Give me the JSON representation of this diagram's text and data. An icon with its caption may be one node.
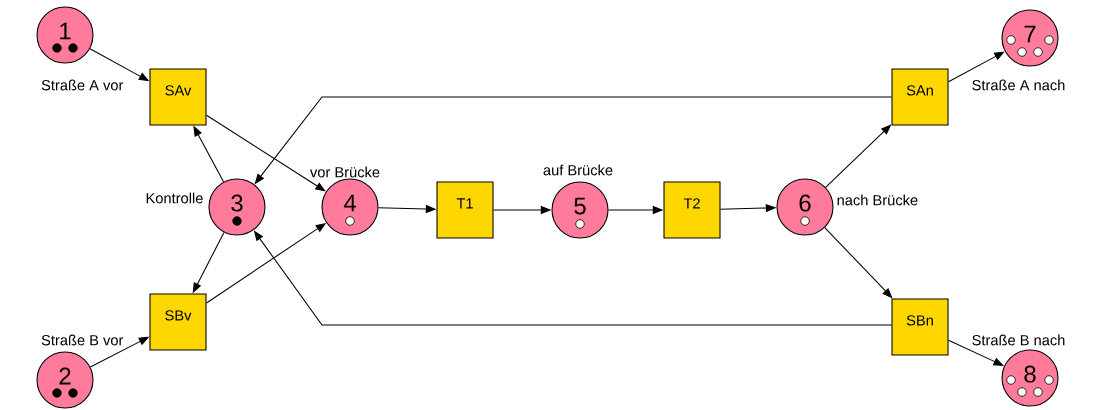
{
  "diagram": {
    "nodes": [
      {
        "text": [
          "1"
        ],
        "beside": [
          "Straße A vor"
        ]
      },
      {
        "text": [
          "7"
        ],
        "beside": [
          "Straße A nach"
        ]
      },
      {
        "text": [
          "SAv"
        ]
      },
      {
        "text": [
          "SAn"
        ]
      },
      {
        "text": [
          "3"
        ],
        "beside": [
          "Kontrolle"
        ]
      },
      {
        "text": [
          "4"
        ],
        "beside": [
          "vor Brücke"
        ]
      },
      {
        "text": [
          "T1"
        ]
      },
      {
        "text": [
          "5"
        ],
        "beside": [
          "auf Brücke"
        ]
      },
      {
        "text": [
          "T2"
        ]
      },
      {
        "text": [
          "6"
        ],
        "beside": [
          "nach Brücke"
        ]
      },
      {
        "text": [
          "SBv"
        ]
      },
      {
        "text": [
          "SBn"
        ]
      },
      {
        "text": [
          "2"
        ],
        "beside": [
          "Straße B vor"
        ]
      },
      {
        "text": [
          "8"
        ],
        "beside": [
          "Straße B nach"
        ]
      }
    ],
    "edges": [
      {
        "from": 0,
        "to": 2,
        "arrow": "to"
      },
      {
        "from": 2,
        "to": 5,
        "arrow": "to"
      },
      {
        "from": 4,
        "to": 2,
        "arrow": "to"
      },
      {
        "from": 4,
        "to": 10,
        "arrow": "to"
      },
      {
        "from": 12,
        "to": 10,
        "arrow": "to"
      },
      {
        "from": 10,
        "to": 5,
        "arrow": "to"
      },
      {
        "from": 5,
        "to": 6,
        "arrow": "to"
      },
      {
        "from": 6,
        "to": 7,
        "arrow": "to"
      },
      {
        "from": 7,
        "to": 8,
        "arrow": "to"
      },
      {
        "from": 8,
        "to": 9,
        "arrow": "to"
      },
      {
        "from": 9,
        "to": 3,
        "arrow": "to"
      },
      {
        "from": 9,
        "to": 11,
        "arrow": "to"
      },
      {
        "from": 3,
        "to": 1,
        "arrow": "to"
      },
      {
        "from": 11,
        "to": 13,
        "arrow": "to"
      },
      {
        "from": 3,
        "to": 4,
        "arrow": "to"
      },
      {
        "from": 11,
        "to": 4,
        "arrow": "to"
      }
    ]
  }
}
